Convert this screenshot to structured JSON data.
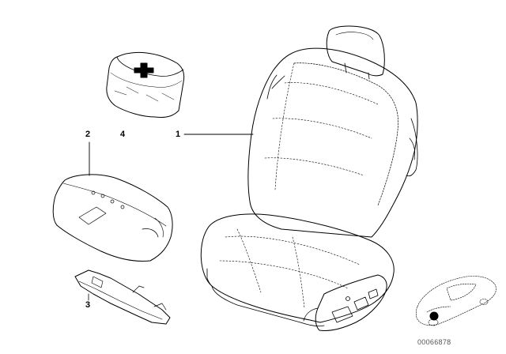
{
  "callouts": {
    "seat": "1",
    "bag": "2",
    "bracket": "3",
    "first_aid": "4"
  },
  "doc_number": "00066878",
  "icons": [
    "first-aid-kit-icon",
    "car-locator-icon"
  ],
  "colors": {
    "line": "#000000",
    "background": "#ffffff",
    "locator_dot": "#000000"
  }
}
